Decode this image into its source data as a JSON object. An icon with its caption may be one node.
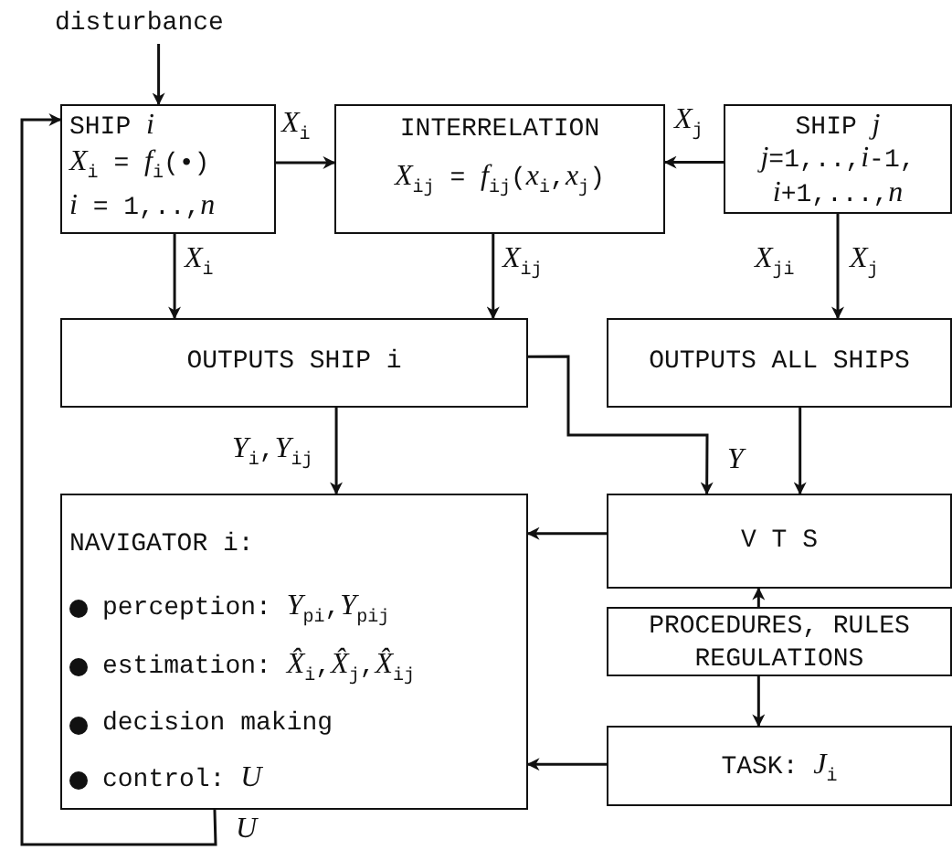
{
  "diagram": {
    "nodes": [
      {
        "text": [
          "disturbance"
        ]
      },
      {
        "text": [
          "SHIP *i*",
          "*X*$_{i}$ = *f*$_{i}$(•)",
          "*i* = 1,..,*n*"
        ]
      },
      {
        "text": [
          "INTERRELATION",
          "*X*$_{ij}$ = *f*$_{ij}$(*x*$_{i}$,*x*$_{j}$)"
        ]
      },
      {
        "text": [
          "SHIP *j*",
          "*j*=1,..,*i*-1, *i*+1,...,*n*"
        ]
      },
      {
        "text": [
          "OUTPUTS SHIP i"
        ]
      },
      {
        "text": [
          "OUTPUTS ALL SHIPS"
        ]
      },
      {
        "text": [
          "NAVIGATOR i:",
          "perception: *Y*$_{pi}$,*Y*$_{pij}$",
          "estimation: *X̂*$_{i}$,*X̂*$_{j}$,*X̂*$_{ij}$",
          "decision making",
          "control: *U*"
        ]
      },
      {
        "text": [
          "V T S"
        ]
      },
      {
        "text": [
          "PROCEDURES, RULES REGULATIONS"
        ]
      },
      {
        "text": [
          "TASK: *J*$_{i}$"
        ]
      }
    ],
    "edges": [
      {
        "from": 0,
        "to": 1,
        "arrow": "to"
      },
      {
        "from": 1,
        "to": 2,
        "arrow": "to",
        "label": "*X*$_{i}$"
      },
      {
        "from": 3,
        "to": 2,
        "arrow": "to",
        "label": "*X*$_{j}$"
      },
      {
        "from": 1,
        "to": 4,
        "arrow": "to",
        "label": "*X*$_{i}$"
      },
      {
        "from": 2,
        "to": 4,
        "arrow": "to",
        "label": "*X*$_{ij}$"
      },
      {
        "from": 3,
        "to": 5,
        "arrow": "to",
        "label": "*X*$_{j}$"
      },
      {
        "from": 4,
        "to": 6,
        "arrow": "to",
        "label": "*Y*$_{i}$,*Y*$_{ij}$"
      },
      {
        "from": 4,
        "to": 7,
        "arrow": "to",
        "label": "*Y*"
      },
      {
        "from": 5,
        "to": 7,
        "arrow": "to"
      },
      {
        "from": 7,
        "to": 6,
        "arrow": "to"
      },
      {
        "from": 8,
        "to": 7,
        "arrow": "to"
      },
      {
        "from": 8,
        "to": 9,
        "arrow": "to"
      },
      {
        "from": 9,
        "to": 6,
        "arrow": "to"
      },
      {
        "from": 6,
        "to": 1,
        "arrow": "to",
        "label": "*U*"
      }
    ],
    "labels": [
      "*X*$_{ji}$"
    ]
  }
}
